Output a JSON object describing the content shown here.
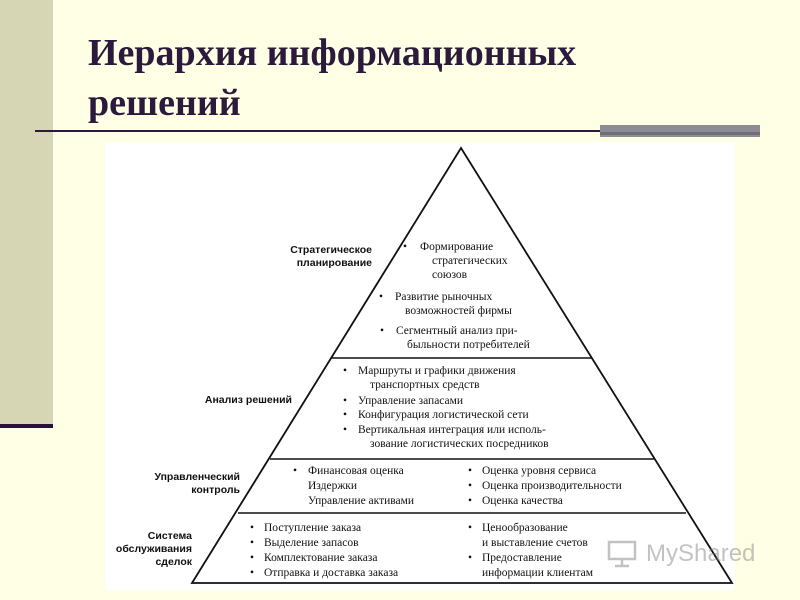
{
  "slide": {
    "title_line1": "Иерархия информационных",
    "title_line2": "решений"
  },
  "levels": [
    {
      "label_line1": "Стратегическое",
      "label_line2": "планирование",
      "items": [
        {
          "bullet": "•",
          "lines": [
            "Формирование",
            "стратегических",
            "союзов"
          ]
        },
        {
          "bullet": "•",
          "lines": [
            "Развитие рыночных",
            "возможностей фирмы"
          ]
        },
        {
          "bullet": "•",
          "lines": [
            "Сегментный анализ при-",
            "быльности потребителей"
          ]
        }
      ]
    },
    {
      "label_line1": "Анализ решений",
      "items": [
        {
          "bullet": "•",
          "lines": [
            "Маршруты и графики движения",
            "транспортных средств"
          ]
        },
        {
          "bullet": "•",
          "lines": [
            "Управление запасами"
          ]
        },
        {
          "bullet": "•",
          "lines": [
            "Конфигурация логистической сети"
          ]
        },
        {
          "bullet": "•",
          "lines": [
            "Вертикальная интеграция или исполь-",
            "зование логистических посредников"
          ]
        }
      ]
    },
    {
      "label_line1": "Управленческий",
      "label_line2": "контроль",
      "left_items": [
        {
          "bullet": "•",
          "text": "Финансовая оценка"
        },
        {
          "bullet": "",
          "text": "Издержки"
        },
        {
          "bullet": "",
          "text": "Управление активами"
        }
      ],
      "right_items": [
        {
          "bullet": "•",
          "text": "Оценка уровня сервиса"
        },
        {
          "bullet": "•",
          "text": "Оценка производительности"
        },
        {
          "bullet": "•",
          "text": "Оценка качества"
        }
      ]
    },
    {
      "label_line1": "Система",
      "label_line2": "обслуживания",
      "label_line3": "сделок",
      "left_items": [
        {
          "bullet": "•",
          "text": "Поступление заказа"
        },
        {
          "bullet": "•",
          "text": "Выделение запасов"
        },
        {
          "bullet": "•",
          "text": "Комплектование заказа"
        },
        {
          "bullet": "•",
          "text": "Отправка и доставка заказа"
        }
      ],
      "right_items": [
        {
          "bullet": "•",
          "text": "Ценообразование"
        },
        {
          "bullet": "",
          "text": "и выставление счетов"
        },
        {
          "bullet": "•",
          "text": "Предоставление"
        },
        {
          "bullet": "",
          "text": "информации клиентам"
        }
      ]
    }
  ],
  "watermark": {
    "text": "MyShared",
    "icon": "presentation-icon"
  }
}
